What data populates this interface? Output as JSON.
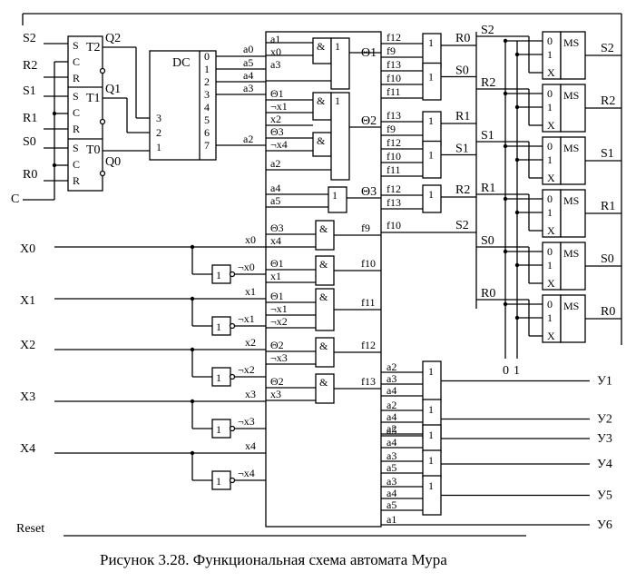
{
  "caption": "Рисунок 3.28. Функциональная схема автомата Мура",
  "inputs": {
    "x0": "X0",
    "x1": "X1",
    "x2": "X2",
    "x3": "X3",
    "x4": "X4",
    "reset": "Reset",
    "clock": "C"
  },
  "triggers": {
    "t2": {
      "name": "T2",
      "s": "S2",
      "r": "R2",
      "q": "Q2"
    },
    "t1": {
      "name": "T1",
      "s": "S1",
      "r": "R1",
      "q": "Q1"
    },
    "t0": {
      "name": "T0",
      "s": "S0",
      "r": "R0",
      "q": "Q0"
    },
    "pins": [
      "S",
      "C",
      "R"
    ]
  },
  "decoder": {
    "name": "DC",
    "in_pins": [
      "3",
      "2",
      "1"
    ],
    "out_pins": [
      "0",
      "1",
      "2",
      "3",
      "4",
      "5",
      "6",
      "7"
    ],
    "outputs": [
      "a0",
      "a5",
      "a4",
      "a3",
      "a2"
    ]
  },
  "inverters": {
    "label": "1",
    "outputs": [
      "¬x0",
      "¬x1",
      "¬x2",
      "¬x3",
      "¬x4"
    ],
    "bus": [
      "x0",
      "x1",
      "x2",
      "x3",
      "x4"
    ]
  },
  "logic": {
    "and_label": "&",
    "or_label": "1",
    "theta": [
      "Θ1",
      "Θ2",
      "Θ3"
    ],
    "block1_inputs": [
      "a1",
      "x0",
      "a3"
    ],
    "block2_inputs": [
      "Θ1",
      "¬x1",
      "x2",
      "Θ3",
      "¬x4",
      "a2"
    ],
    "block3_inputs": [
      "a4",
      "a5"
    ],
    "f9_inputs": [
      "Θ3",
      "x4"
    ],
    "f10_inputs": [
      "Θ1",
      "x1"
    ],
    "f11_inputs": [
      "Θ1",
      "¬x1",
      "¬x2"
    ],
    "f12_inputs": [
      "Θ2",
      "¬x3"
    ],
    "f13_inputs": [
      "Θ2",
      "x3"
    ],
    "f_outputs": [
      "f9",
      "f10",
      "f11",
      "f12",
      "f13"
    ]
  },
  "excitation": {
    "groups": [
      {
        "inputs": [
          "f12",
          "f9",
          "f13",
          "f10",
          "f11"
        ],
        "outputs": [
          "R0",
          "S0"
        ]
      },
      {
        "inputs": [
          "f13",
          "f9",
          "f12",
          "f10",
          "f11"
        ],
        "outputs": [
          "R1",
          "S1"
        ]
      },
      {
        "inputs": [
          "f12",
          "f13"
        ],
        "outputs": [
          "R2"
        ]
      }
    ],
    "direct": {
      "input": "f10",
      "output": "S2"
    }
  },
  "mux": {
    "name": "MS",
    "pins": [
      "0",
      "1",
      "X"
    ],
    "rows": [
      "S2",
      "R2",
      "S1",
      "R1",
      "S0",
      "R0"
    ],
    "const_labels": [
      "0",
      "1"
    ]
  },
  "outputs": {
    "or_inputs": [
      [
        "a2",
        "a3",
        "a4"
      ],
      [
        "a2",
        "a4",
        "a2"
      ],
      [
        "a5",
        "a4"
      ],
      [
        "a3",
        "a5"
      ],
      [
        "a3",
        "a4",
        "a5"
      ]
    ],
    "direct_input": "a1",
    "labels": [
      "У1",
      "У2",
      "У3",
      "У4",
      "У5",
      "У6"
    ]
  }
}
